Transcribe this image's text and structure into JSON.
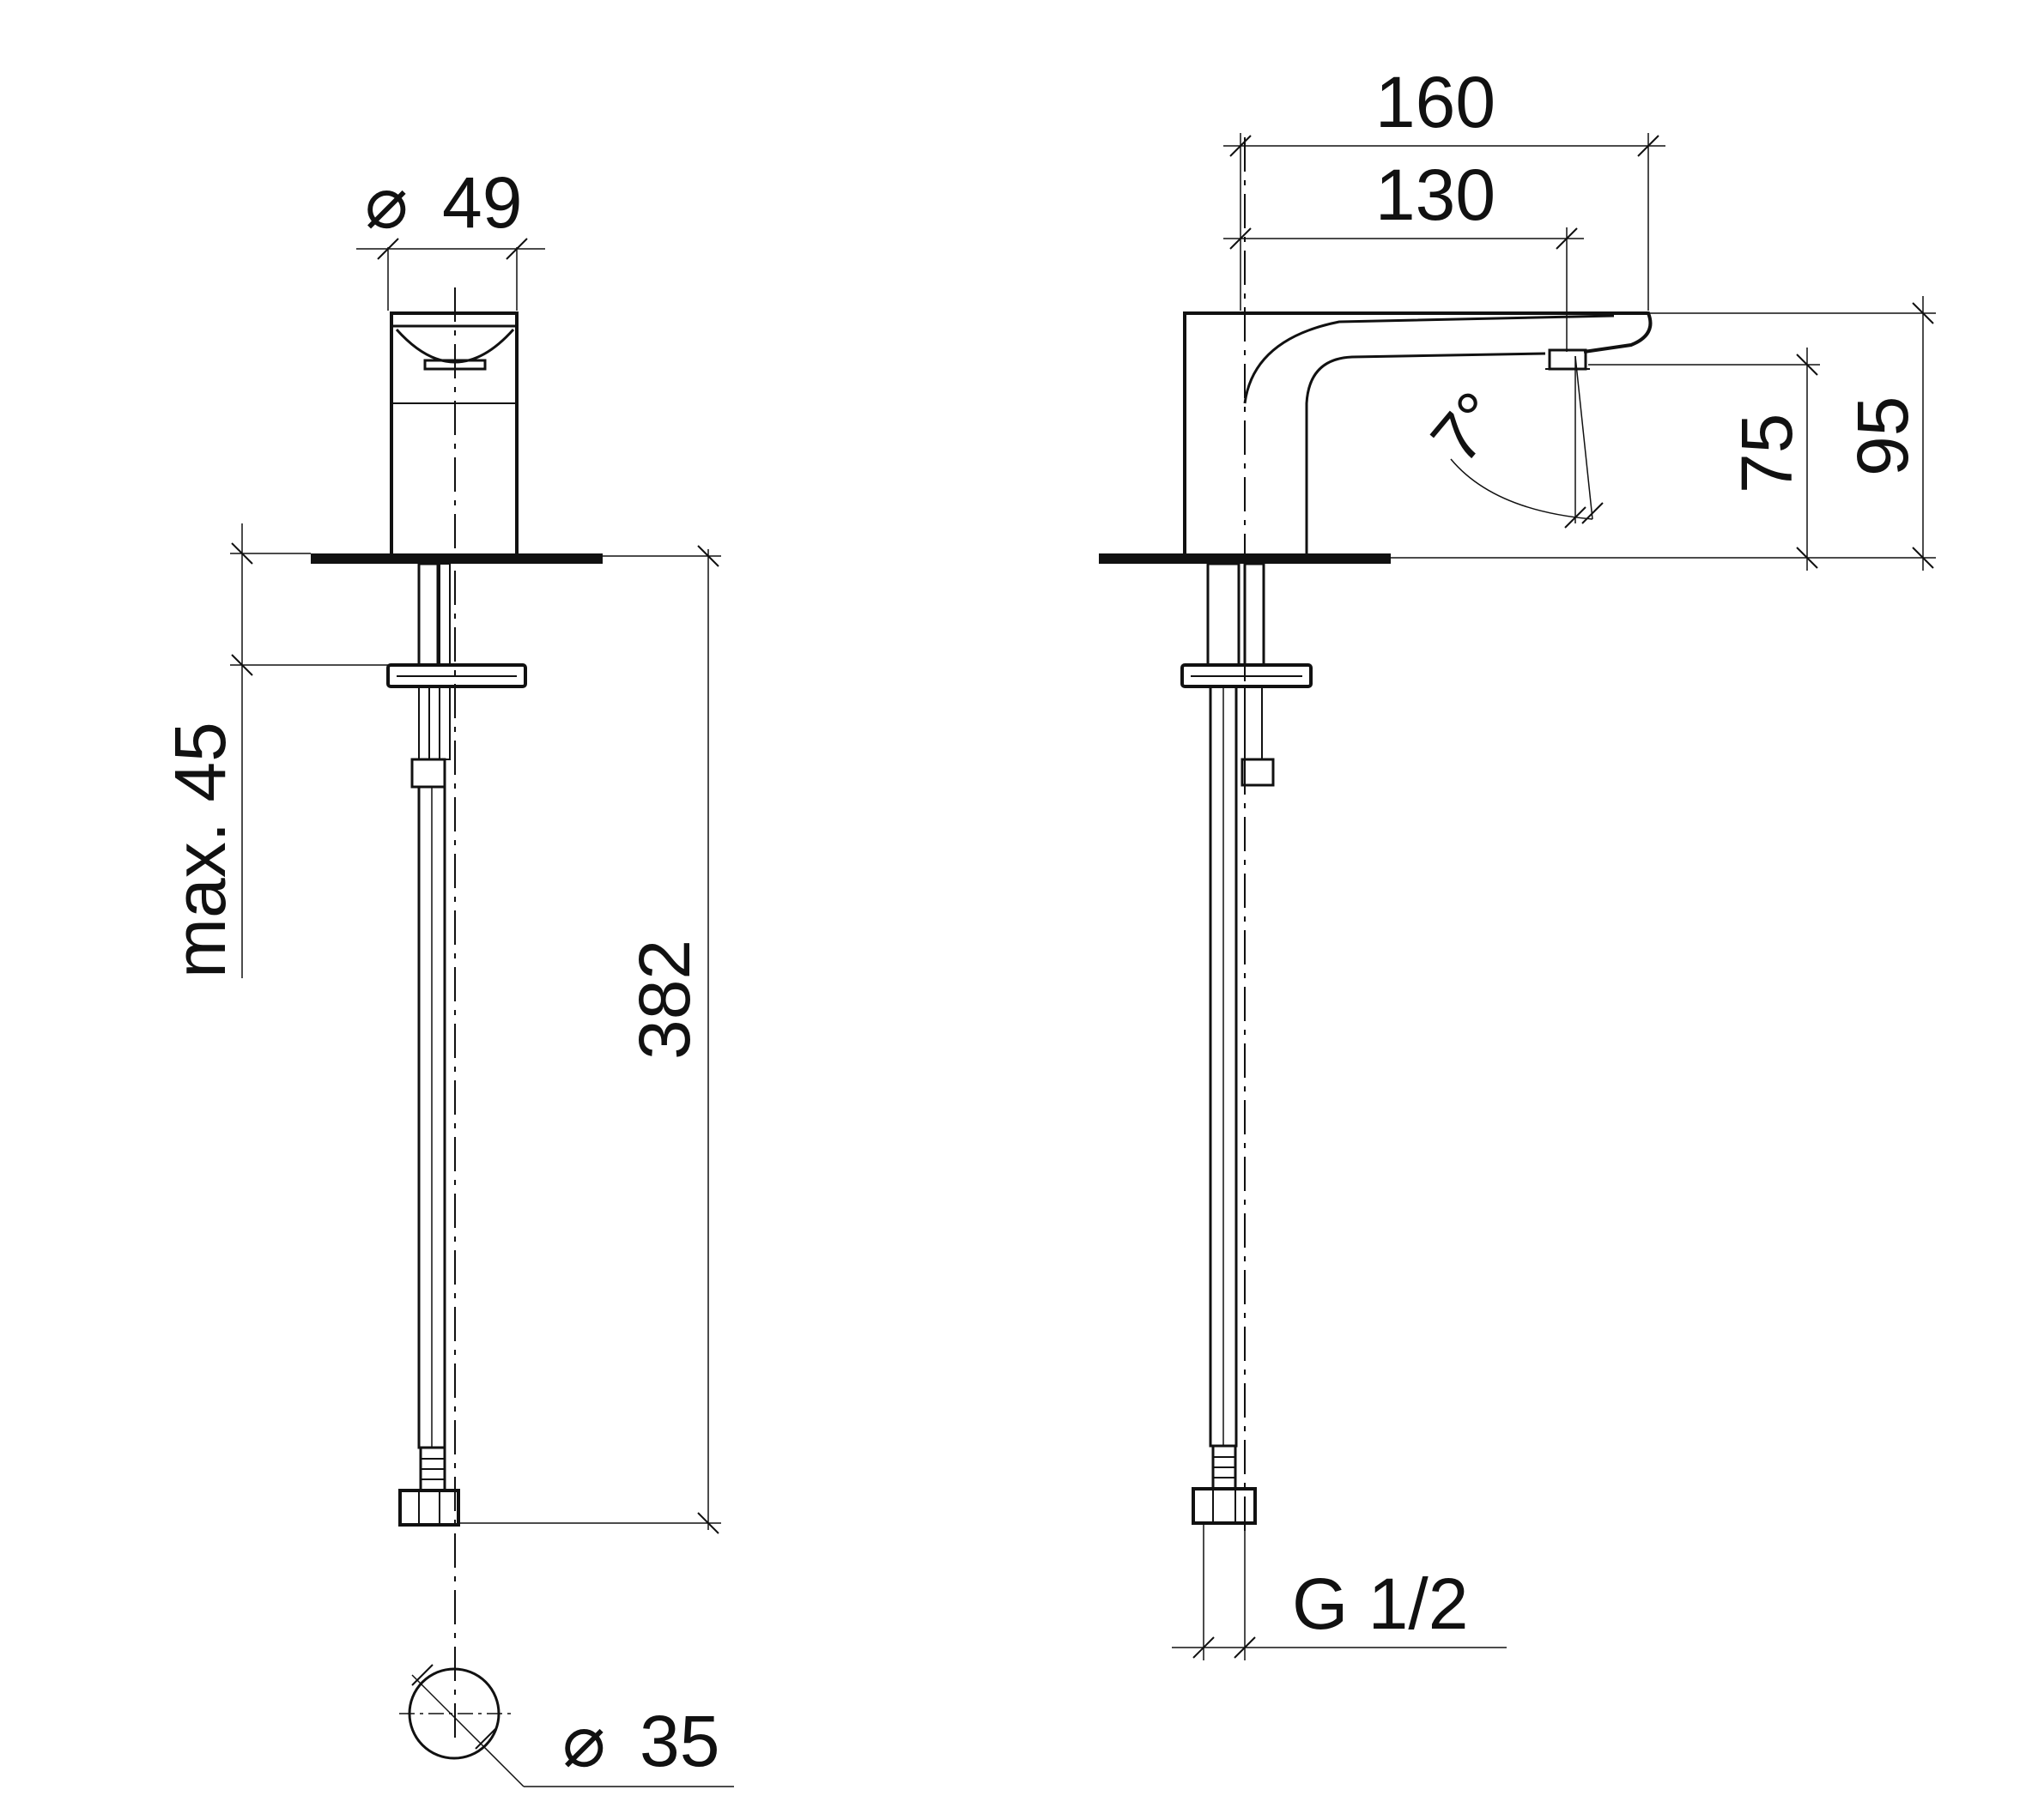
{
  "colors": {
    "ink": "#111111",
    "background": "#ffffff"
  },
  "front_view": {
    "body_diameter": {
      "symbol": "⌀",
      "value": "49"
    },
    "deck_thickness": {
      "label": "max. 45"
    },
    "hose_length": {
      "value": "382"
    },
    "hole_diameter": {
      "symbol": "⌀",
      "value": "35"
    }
  },
  "side_view": {
    "overall_projection": {
      "value": "160"
    },
    "spout_reach": {
      "value": "130"
    },
    "spout_angle": {
      "value": "7°"
    },
    "outlet_height": {
      "value": "75"
    },
    "overall_height": {
      "value": "95"
    },
    "connection_thread": {
      "label": "G 1/2"
    }
  }
}
